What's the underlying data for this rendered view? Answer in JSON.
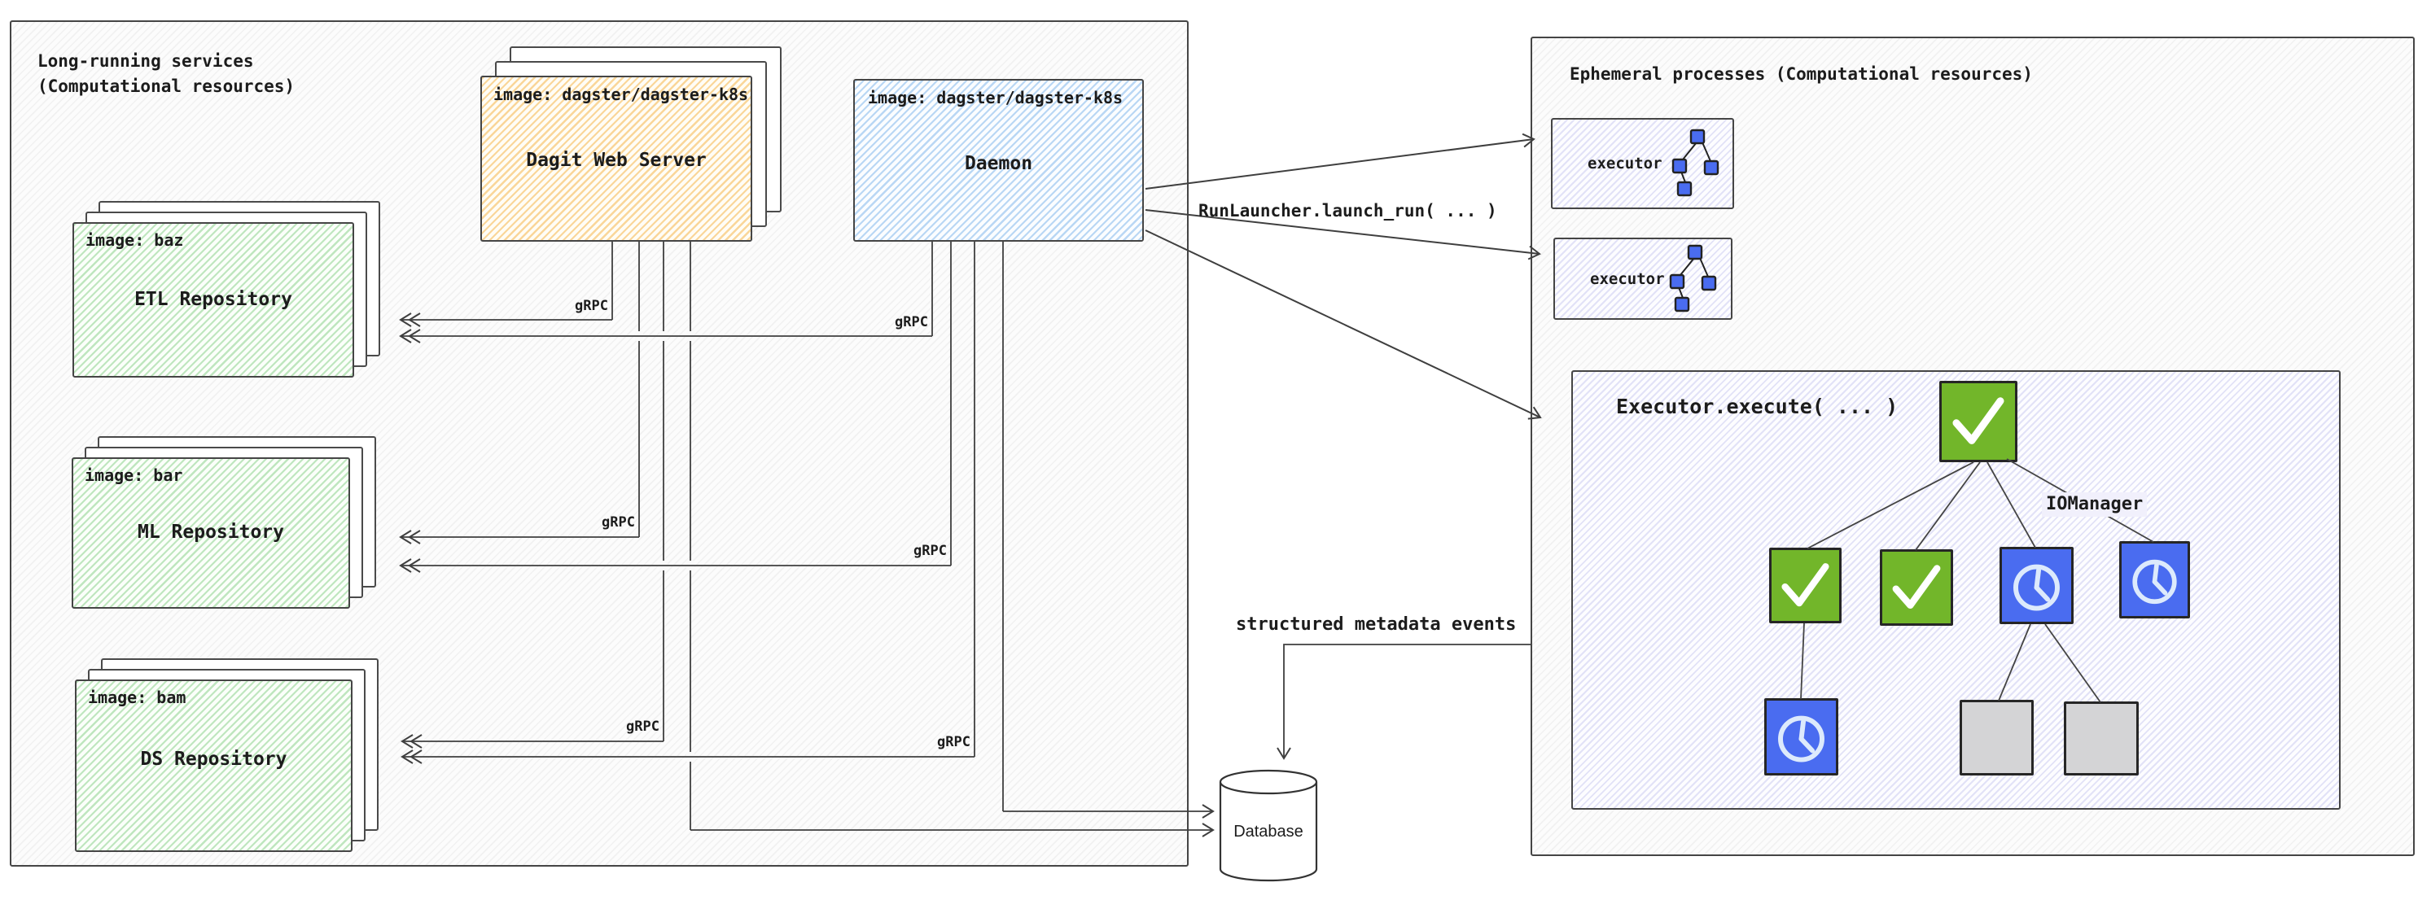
{
  "left_panel": {
    "title_line1": "Long-running services",
    "title_line2": "(Computational resources)",
    "dagit": {
      "image_label": "image: dagster/dagster-k8s",
      "name": "Dagit Web Server"
    },
    "daemon": {
      "image_label": "image: dagster/dagster-k8s",
      "name": "Daemon"
    },
    "repos": [
      {
        "image_label": "image: baz",
        "name": "ETL Repository"
      },
      {
        "image_label": "image: bar",
        "name": "ML Repository"
      },
      {
        "image_label": "image: bam",
        "name": "DS Repository"
      }
    ]
  },
  "connections": {
    "grpc_label": "gRPC",
    "run_launcher_label": "RunLauncher.launch_run( ... )",
    "metadata_label": "structured metadata events"
  },
  "database": {
    "label": "Database"
  },
  "right_panel": {
    "title": "Ephemeral processes (Computational resources)",
    "executors": [
      {
        "label": "executor",
        "icon": "dag-icon"
      },
      {
        "label": "executor",
        "icon": "dag-icon"
      }
    ],
    "execute_box": {
      "title": "Executor.execute( ... )",
      "iomanager_label": "IOManager",
      "step_icons": {
        "success": "check-icon",
        "in_progress": "clock-icon",
        "pending": "blank-square"
      },
      "steps": [
        "success",
        "success",
        "success",
        "in_progress",
        "in_progress",
        "in_progress",
        "pending",
        "pending"
      ]
    }
  },
  "colors": {
    "success_green": "#72b62a",
    "in_progress_blue": "#4a6cf0",
    "pending_gray": "#d4d4d6",
    "dagit_hatch": "#f6be60",
    "daemon_hatch": "#7db4eb",
    "repo_hatch": "#7ecb7e",
    "executor_hatch": "#a2a2e4",
    "stroke": "#3f3f3f"
  }
}
